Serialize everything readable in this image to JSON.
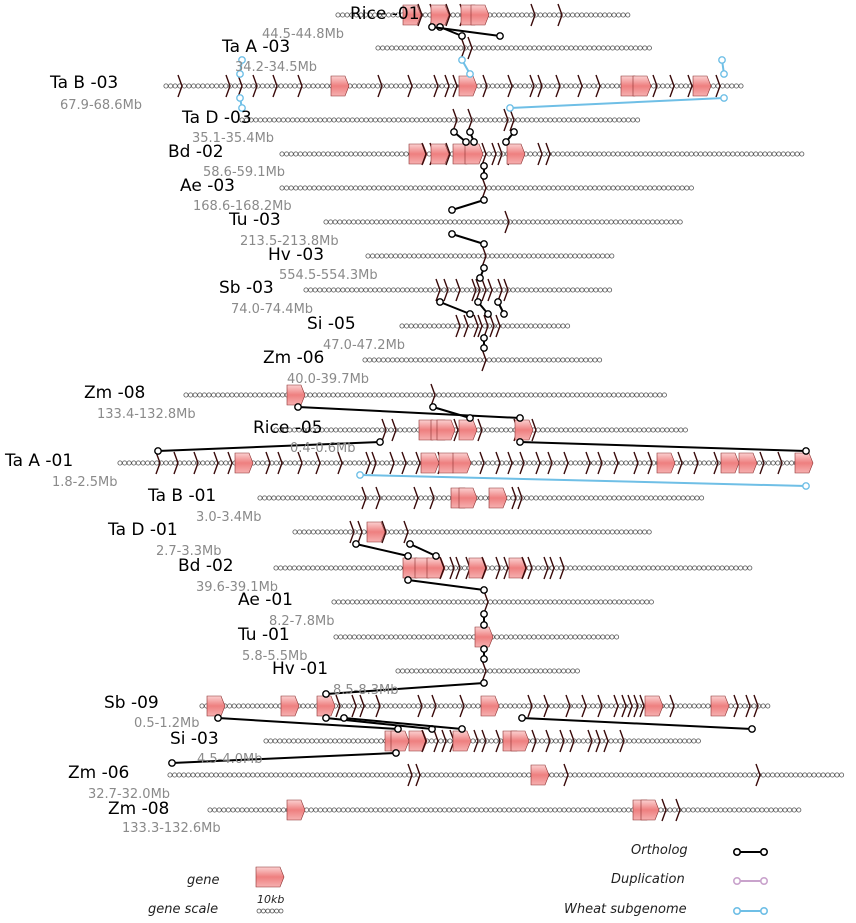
{
  "tracks": [
    {
      "name": "Rice -01",
      "range": "44.5-44.8Mb"
    },
    {
      "name": "Ta A -03",
      "range": "34.2-34.5Mb"
    },
    {
      "name": "Ta B -03",
      "range": "67.9-68.6Mb"
    },
    {
      "name": "Ta D -03",
      "range": "35.1-35.4Mb"
    },
    {
      "name": "Bd -02",
      "range": "58.6-59.1Mb"
    },
    {
      "name": "Ae -03",
      "range": "168.6-168.2Mb"
    },
    {
      "name": "Tu -03",
      "range": "213.5-213.8Mb"
    },
    {
      "name": "Hv -03",
      "range": "554.5-554.3Mb"
    },
    {
      "name": "Sb -03",
      "range": "74.0-74.4Mb"
    },
    {
      "name": "Si -05",
      "range": "47.0-47.2Mb"
    },
    {
      "name": "Zm -06",
      "range": "40.0-39.7Mb"
    },
    {
      "name": "Zm -08",
      "range": "133.4-132.8Mb"
    },
    {
      "name": "Rice -05",
      "range": "0.4-0.6Mb"
    },
    {
      "name": "Ta A -01",
      "range": "1.8-2.5Mb"
    },
    {
      "name": "Ta B -01",
      "range": "3.0-3.4Mb"
    },
    {
      "name": "Ta D -01",
      "range": "2.7-3.3Mb"
    },
    {
      "name": "Bd -02",
      "range": "39.6-39.1Mb"
    },
    {
      "name": "Ae -01",
      "range": "8.2-7.8Mb"
    },
    {
      "name": "Tu -01",
      "range": "5.8-5.5Mb"
    },
    {
      "name": "Hv -01",
      "range": "8.5-8.3Mb"
    },
    {
      "name": "Sb -09",
      "range": "0.5-1.2Mb"
    },
    {
      "name": "Si -03",
      "range": "4.5-4.0Mb"
    },
    {
      "name": "Zm -06",
      "range": "32.7-32.0Mb"
    },
    {
      "name": "Zm -08",
      "range": "133.3-132.6Mb"
    }
  ],
  "legend": {
    "gene": "gene",
    "gene_scale": "gene scale",
    "scale_value": "10kb",
    "ortholog": "Ortholog",
    "duplication": "Duplication",
    "wheat_subgenome": "Wheat subgenome"
  },
  "colors": {
    "gene_fill": "#f08a8a",
    "ortholog": "#000000",
    "duplication": "#c9a3cc",
    "wheat_subgenome": "#6fbfe6",
    "track_dot": "#555555"
  }
}
